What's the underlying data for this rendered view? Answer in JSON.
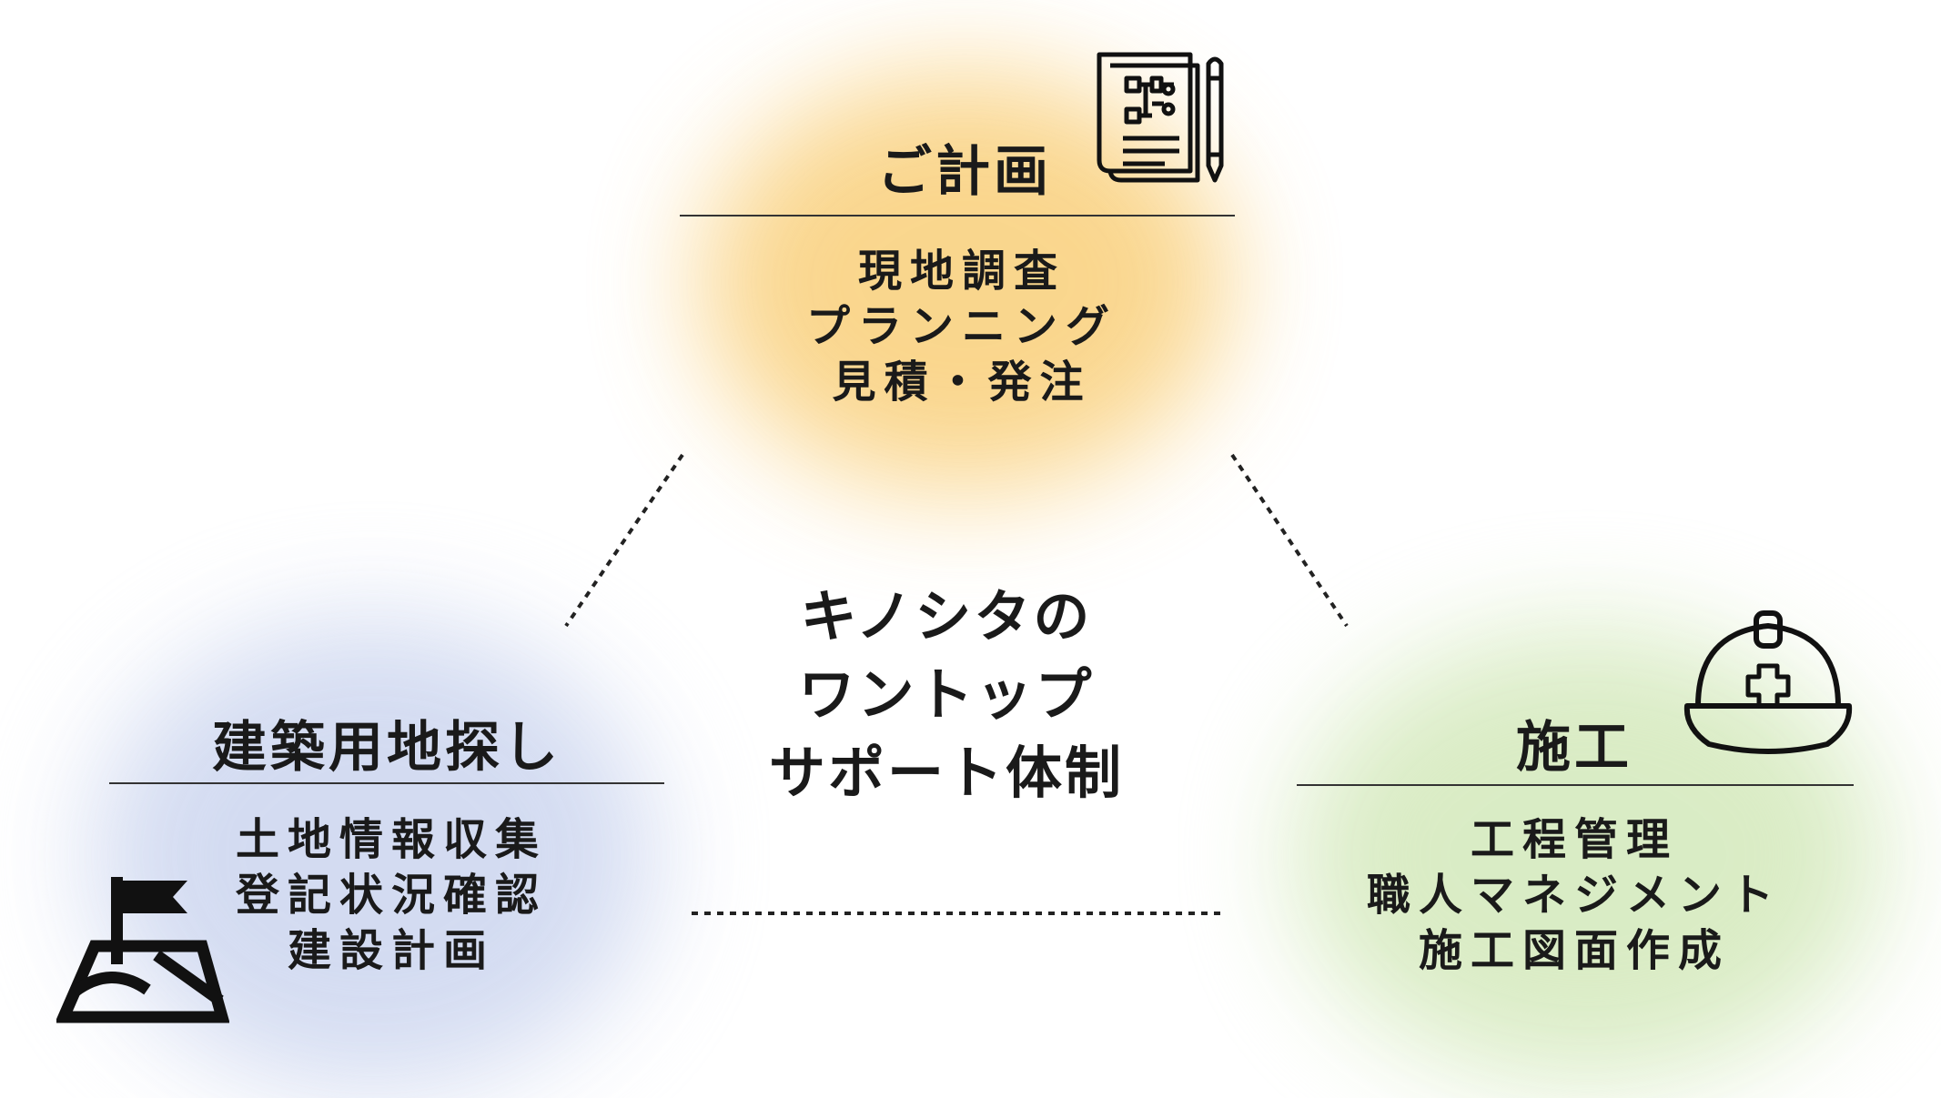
{
  "center": {
    "lines": [
      "キノシタの",
      "ワントップ",
      "サポート体制"
    ]
  },
  "nodes": {
    "planning": {
      "heading": "ご計画",
      "items": [
        "現地調査",
        "プランニング",
        "見積・発注"
      ],
      "icon": "blueprint-document-pencil-icon",
      "color": "#f9cf7a"
    },
    "land": {
      "heading": "建築用地探し",
      "items": [
        "土地情報収集",
        "登記状況確認",
        "建設計画"
      ],
      "icon": "flag-on-map-icon",
      "color": "#cfd8f0"
    },
    "construction": {
      "heading": "施工",
      "items": [
        "工程管理",
        "職人マネジメント",
        "施工図面作成"
      ],
      "icon": "hard-hat-icon",
      "color": "#d8ebc2"
    }
  }
}
